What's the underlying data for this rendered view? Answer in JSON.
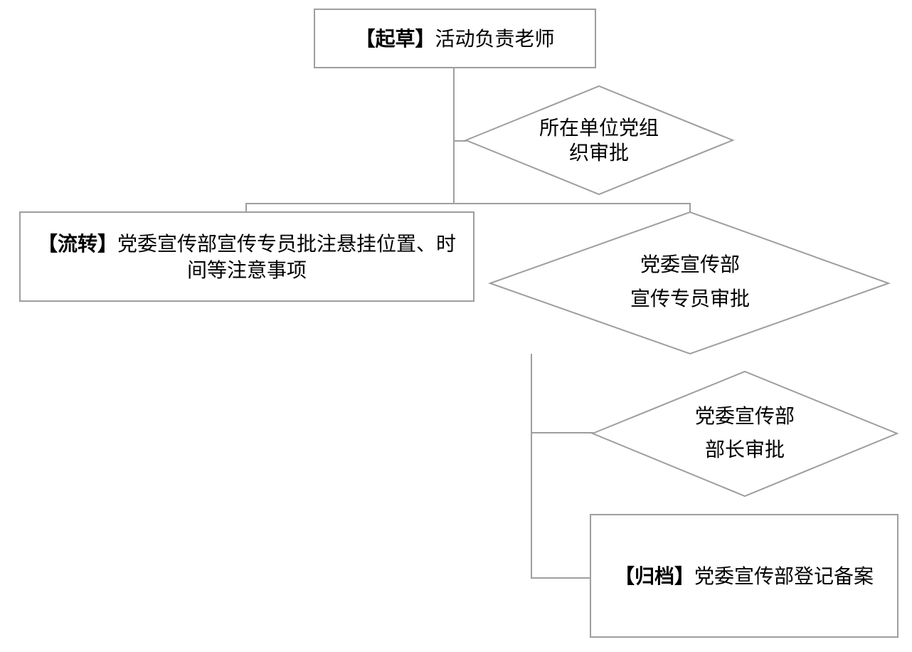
{
  "diagram": {
    "type": "flowchart",
    "background_color": "#ffffff",
    "line_color": "#9e9e9e",
    "text_color": "#000000",
    "nodes": {
      "draft_box": {
        "tag": "【起草】",
        "text": "活动负责老师"
      },
      "unit_party_approval_diamond": {
        "lines": [
          "所在单位党组",
          "织审批"
        ]
      },
      "transfer_box": {
        "tag": "【流转】",
        "line1_rest": "党委宣传部宣传专员批注悬挂位置、时",
        "line2": "间等注意事项"
      },
      "specialist_approval_diamond": {
        "lines": [
          "党委宣传部",
          "宣传专员审批"
        ]
      },
      "minister_approval_diamond": {
        "lines": [
          "党委宣传部",
          "部长审批"
        ]
      },
      "archive_box": {
        "tag": "【归档】",
        "text": "党委宣传部登记备案"
      }
    }
  }
}
